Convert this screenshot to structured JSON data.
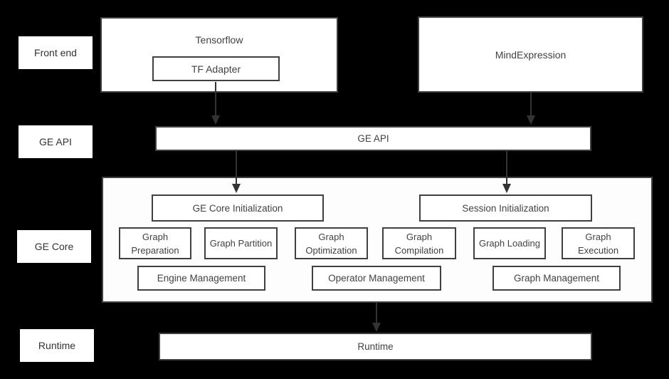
{
  "colors": {
    "background": "#000000",
    "box_fill": "#ffffff",
    "box_border": "#404040",
    "text": "#424242",
    "arrow": "#333333"
  },
  "side_labels": [
    {
      "label": "Front end"
    },
    {
      "label": "GE API"
    },
    {
      "label": "GE Core"
    },
    {
      "label": "Runtime"
    }
  ],
  "front_end": {
    "tensorflow_label": "Tensorflow",
    "tf_adapter_label": "TF Adapter",
    "mind_expression_label": "MindExpression"
  },
  "ge_api": {
    "label": "GE API"
  },
  "ge_core": {
    "init": [
      {
        "label": "GE Core Initialization"
      },
      {
        "label": "Session Initialization"
      }
    ],
    "stages": [
      {
        "label": "Graph Preparation"
      },
      {
        "label": "Graph Partition"
      },
      {
        "label": "Graph Optimization"
      },
      {
        "label": "Graph Compilation"
      },
      {
        "label": "Graph Loading"
      },
      {
        "label": "Graph Execution"
      }
    ],
    "managers": [
      {
        "label": "Engine Management"
      },
      {
        "label": "Operator Management"
      },
      {
        "label": "Graph Management"
      }
    ]
  },
  "runtime": {
    "label": "Runtime"
  },
  "connections": [
    {
      "from": "tf-adapter",
      "to": "ge-api"
    },
    {
      "from": "mind-expression",
      "to": "ge-api"
    },
    {
      "from": "ge-api",
      "to": "ge-core-initialization"
    },
    {
      "from": "ge-api",
      "to": "session-initialization"
    },
    {
      "from": "ge-core",
      "to": "runtime"
    }
  ]
}
